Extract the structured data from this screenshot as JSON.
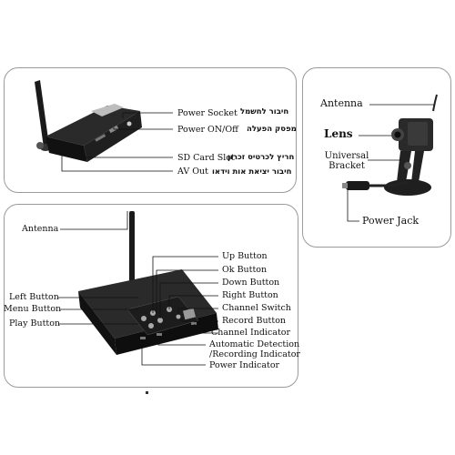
{
  "receiver_top": {
    "labels": [
      "Power Socket",
      "Power ON/Off",
      "SD Card Slot",
      "AV Out"
    ],
    "hebrew": [
      "חיבור לחשמל",
      "מפסק הפעלה",
      "חריץ לכרטיס זכרון",
      "חיבור יציאת אות וידאו"
    ]
  },
  "camera": {
    "labels": [
      "Antenna",
      "Lens",
      "Universal Bracket",
      "Power Jack"
    ]
  },
  "receiver_bottom": {
    "left_labels": [
      "Antenna",
      "Left Button",
      "Menu Button",
      "Play Button"
    ],
    "right_labels": [
      "Up Button",
      "Ok Button",
      "Down Button",
      "Right Button",
      "Channel Switch",
      "Record Button",
      "Channel Indicator",
      "Automatic Detection /Recording Indicator",
      "Power Indicator"
    ]
  },
  "colors": {
    "device_body": "#1a1a1a",
    "panel_border": "#9a9a9a",
    "background": "#ffffff"
  }
}
